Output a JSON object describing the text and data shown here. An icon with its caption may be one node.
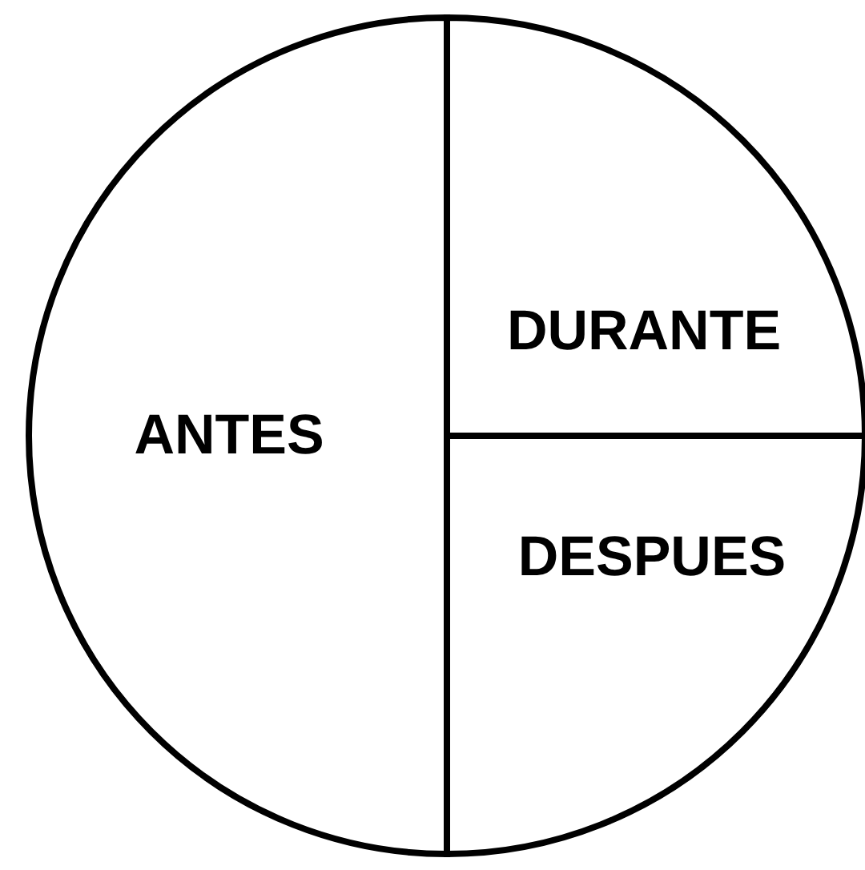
{
  "diagram": {
    "nodes": [
      {
        "text": [
          "ANTES"
        ]
      },
      {
        "text": [
          "DURANTE"
        ]
      },
      {
        "text": [
          "DESPUES"
        ]
      }
    ]
  }
}
